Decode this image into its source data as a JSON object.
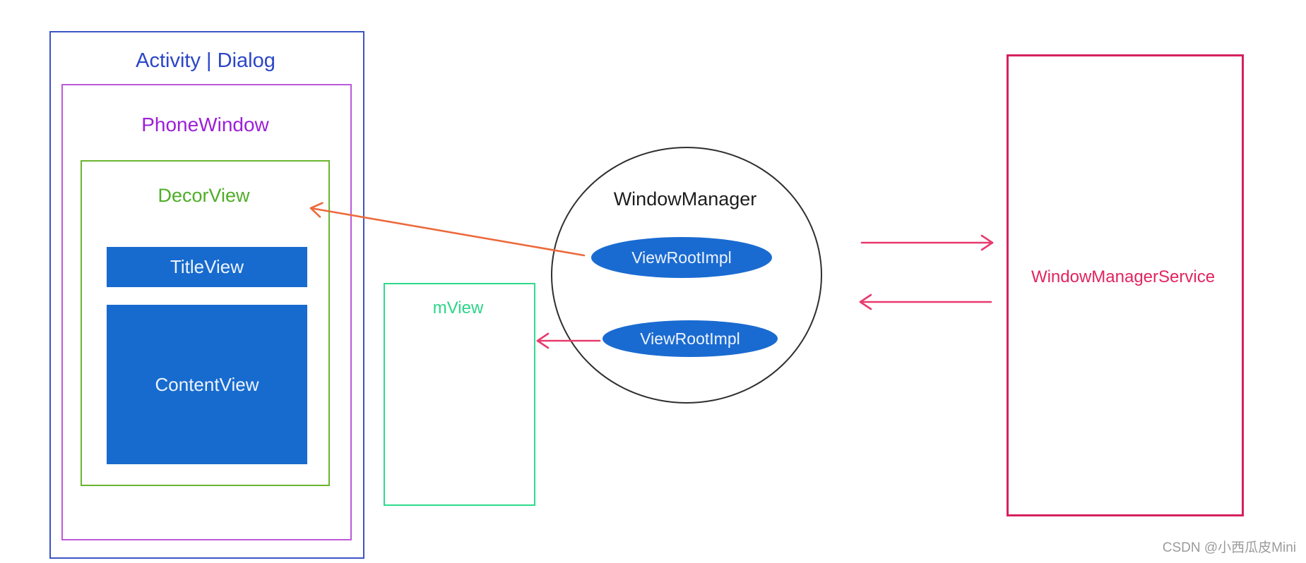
{
  "diagram": {
    "activity_box": {
      "label": "Activity | Dialog"
    },
    "phone_window_box": {
      "label": "PhoneWindow"
    },
    "decor_view_box": {
      "label": "DecorView"
    },
    "title_view_box": {
      "label": "TitleView"
    },
    "content_view_box": {
      "label": "ContentView"
    },
    "mview_box": {
      "label": "mView"
    },
    "window_manager_circle": {
      "label": "WindowManager"
    },
    "view_root_impl_1": {
      "label": "ViewRootImpl"
    },
    "view_root_impl_2": {
      "label": "ViewRootImpl"
    },
    "wms_box": {
      "label": "WindowManagerService"
    }
  },
  "watermark": "CSDN @小西瓜皮Mini",
  "colors": {
    "accent_blue_border": "#3c55c6",
    "accent_blue_text": "#2b46c8",
    "purple_border": "#bc5ad8",
    "purple_text": "#9c1fd8",
    "green_border": "#6ab52f",
    "green_text": "#4fae28",
    "fill_blue": "#176bce",
    "fill_blue_text": "#edf3fd",
    "mint_border": "#2cdb8b",
    "mint_text": "#2cd488",
    "circle_border": "#2f2f2f",
    "circle_text": "#1d1d1d",
    "ellipse_fill": "#1a6bd1",
    "pink_border": "#d6215c",
    "pink_text": "#e02560",
    "pink_arrow": "#e83a6e",
    "orange_arrow": "#ec6a3c",
    "watermark_text": "#9b9b9b"
  }
}
